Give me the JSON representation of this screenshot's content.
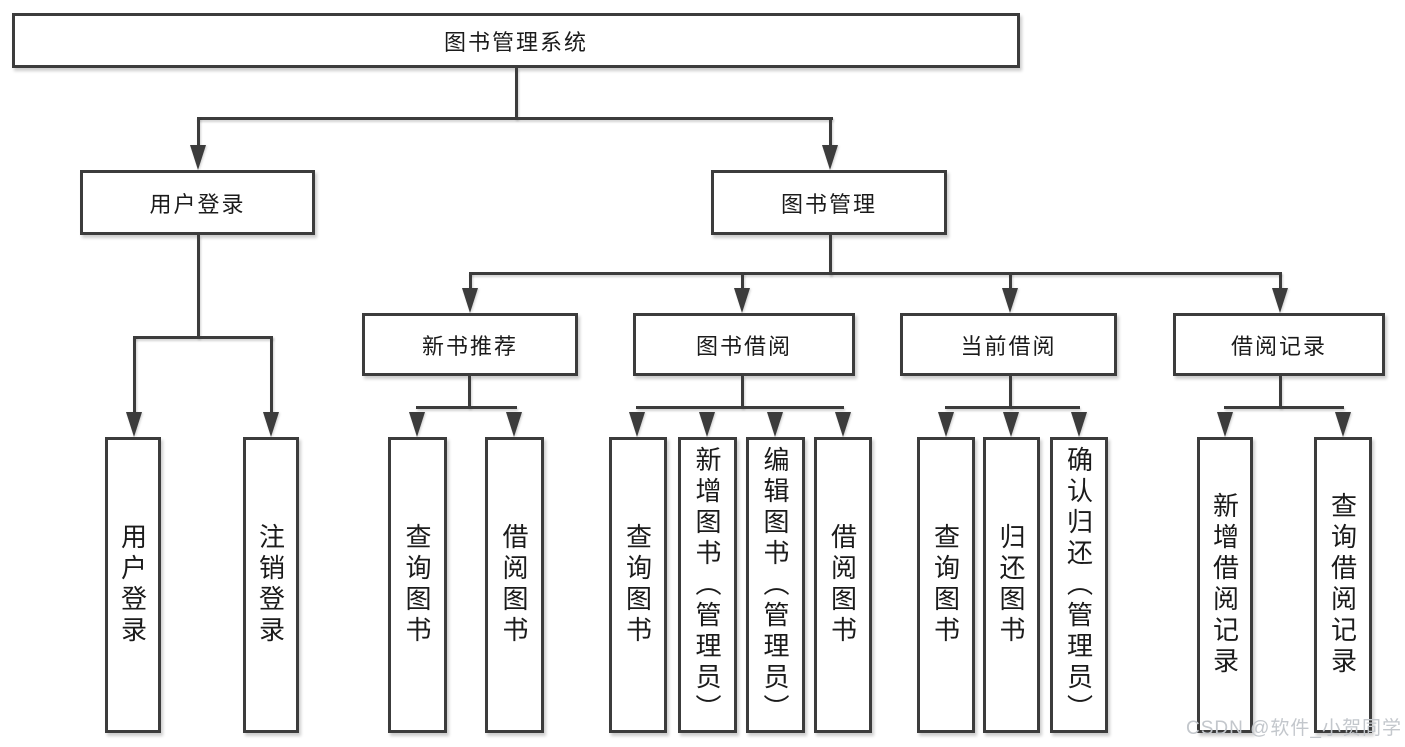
{
  "diagram": {
    "watermark": "CSDN @软件_小贺同学",
    "colors": {
      "line": "#3c3c3c",
      "text": "#1b1b1b",
      "node_background": "#ffffff",
      "canvas_background": "#ffffff",
      "watermark": "#c3c7cc"
    },
    "tree": {
      "label": "图书管理系统",
      "children": [
        {
          "label": "用户登录",
          "children": [
            {
              "label": "用户登录"
            },
            {
              "label": "注销登录"
            }
          ]
        },
        {
          "label": "图书管理",
          "children": [
            {
              "label": "新书推荐",
              "children": [
                {
                  "label": "查询图书"
                },
                {
                  "label": "借阅图书"
                }
              ]
            },
            {
              "label": "图书借阅",
              "children": [
                {
                  "label": "查询图书"
                },
                {
                  "label": "新增图书（管理员）"
                },
                {
                  "label": "编辑图书（管理员）"
                },
                {
                  "label": "借阅图书"
                }
              ]
            },
            {
              "label": "当前借阅",
              "children": [
                {
                  "label": "查询图书"
                },
                {
                  "label": "归还图书"
                },
                {
                  "label": "确认归还（管理员）"
                }
              ]
            },
            {
              "label": "借阅记录",
              "children": [
                {
                  "label": "新增借阅记录"
                },
                {
                  "label": "查询借阅记录"
                }
              ]
            }
          ]
        }
      ]
    }
  }
}
